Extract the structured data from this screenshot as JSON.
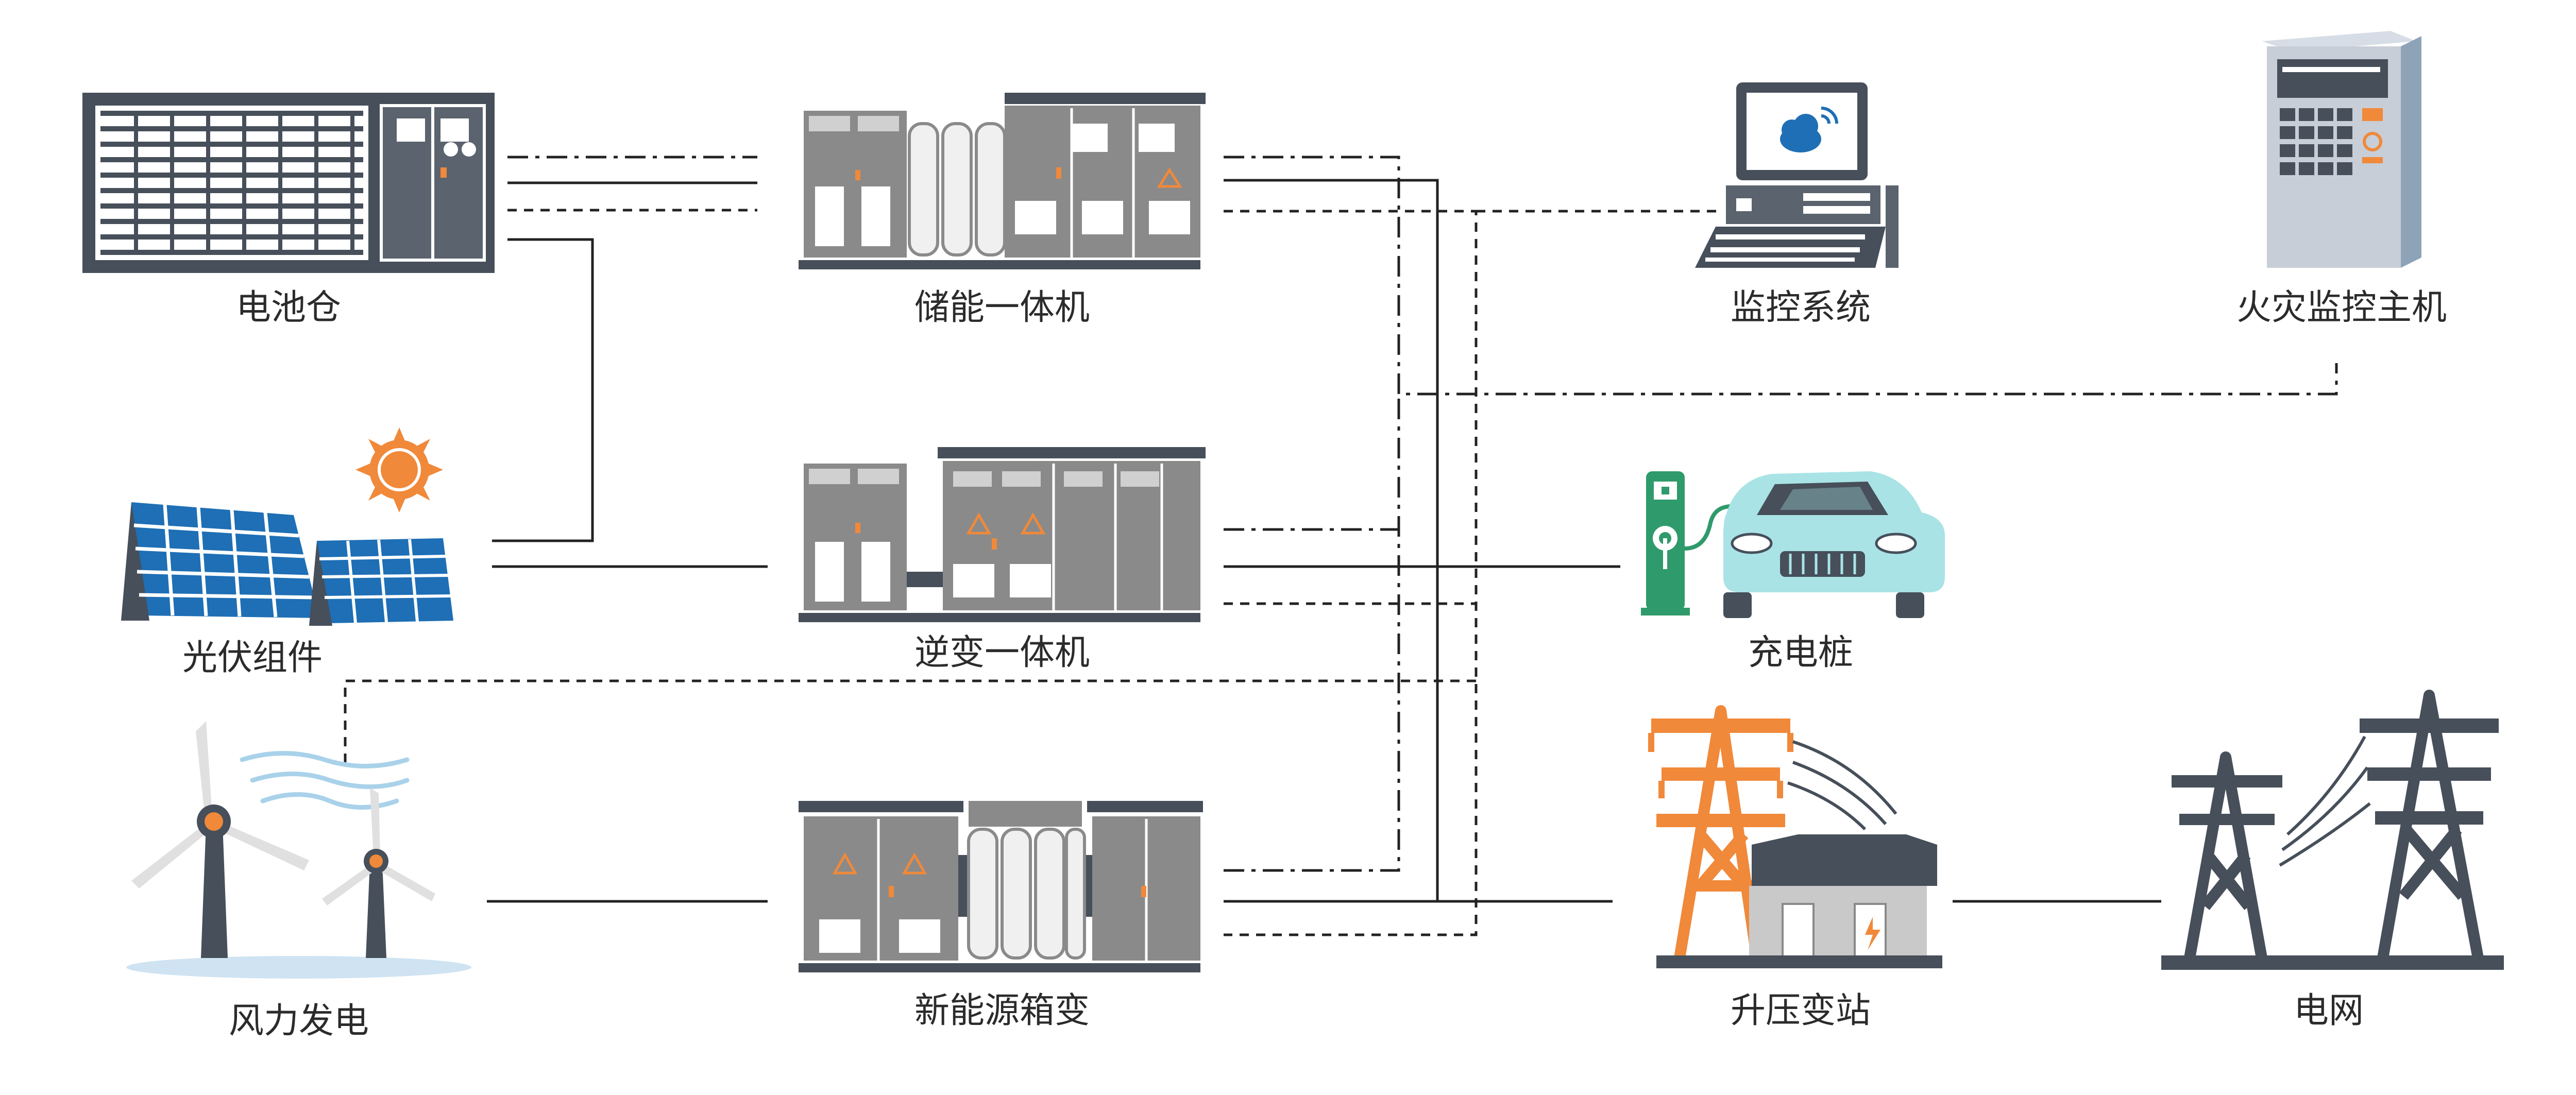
{
  "nodes": {
    "battery_cabin": "电池仓",
    "storage_unit": "储能一体机",
    "monitoring_system": "监控系统",
    "fire_monitor_host": "火灾监控主机",
    "pv_module": "光伏组件",
    "inverter_unit": "逆变一体机",
    "charging_pile": "充电桩",
    "wind_power": "风力发电",
    "new_energy_box_transformer": "新能源箱变",
    "booster_station": "升压变站",
    "power_grid": "电网"
  },
  "colors": {
    "equipment_gray": "#8a8a8a",
    "dark_slate": "#464f5a",
    "accent_orange": "#f0893a",
    "solar_blue": "#1e6fb5",
    "car_teal": "#a9e3e6",
    "charger_green": "#2f9a6b",
    "line": "#222222"
  },
  "icons": [
    "battery-cabinet-icon",
    "storage-machine-icon",
    "monitor-computer-icon",
    "fire-host-cabinet-icon",
    "solar-panel-icon",
    "sun-icon",
    "inverter-machine-icon",
    "charging-station-icon",
    "electric-car-icon",
    "wind-turbine-icon",
    "box-transformer-icon",
    "booster-tower-icon",
    "grid-tower-icon"
  ]
}
